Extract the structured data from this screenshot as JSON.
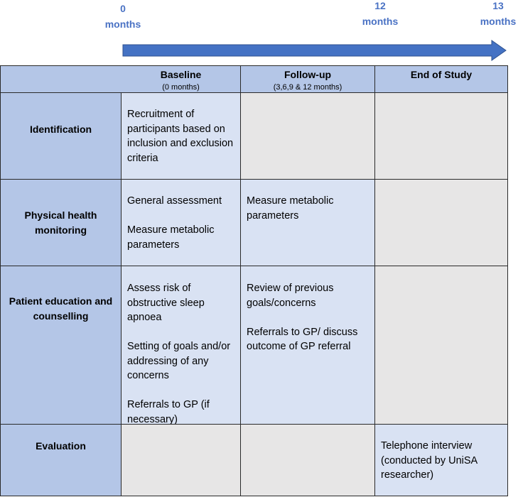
{
  "timeline": {
    "start_value": "0",
    "start_unit": "months",
    "mid_value": "12",
    "mid_unit": "months",
    "end_value": "13",
    "end_unit": "months",
    "arrow_color": "#4472c4"
  },
  "columns": [
    {
      "title": "Baseline",
      "subtitle": "(0 months)"
    },
    {
      "title": "Follow-up",
      "subtitle": "(3,6,9 & 12 months)"
    },
    {
      "title": "End of Study",
      "subtitle": ""
    }
  ],
  "rows": [
    {
      "label_lines": [
        "Identification"
      ],
      "baseline": [
        "Recruitment of participants based on inclusion and exclusion criteria"
      ],
      "followup": [],
      "end": []
    },
    {
      "label_lines": [
        "Physical health",
        "monitoring"
      ],
      "baseline": [
        "General assessment",
        "Measure metabolic parameters"
      ],
      "followup": [
        "Measure metabolic parameters"
      ],
      "end": []
    },
    {
      "label_lines": [
        "Patient education and",
        "counselling"
      ],
      "baseline": [
        "Assess risk of obstructive sleep apnoea",
        "Setting of goals and/or addressing of any concerns",
        "Referrals to GP (if necessary)"
      ],
      "followup": [
        "Review of previous goals/concerns",
        "Referrals to GP/ discuss outcome of GP referral"
      ],
      "end": []
    },
    {
      "label_lines": [
        "Evaluation"
      ],
      "baseline": [],
      "followup": [],
      "end": [
        "Telephone interview (conducted by UniSA researcher)"
      ]
    }
  ],
  "colors": {
    "header_bg": "#b4c6e7",
    "label_bg": "#b4c6e7",
    "active_bg": "#d9e2f3",
    "inactive_bg": "#e7e6e6",
    "timeline_text": "#4a72c4"
  }
}
